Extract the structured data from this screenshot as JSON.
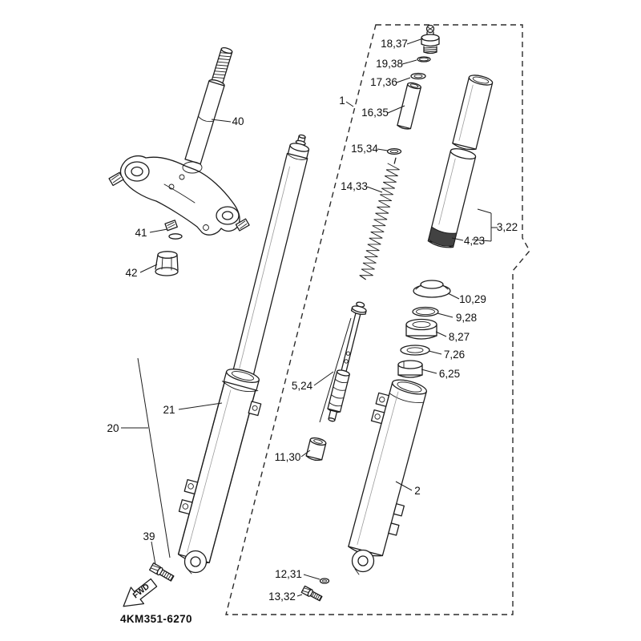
{
  "diagram": {
    "part_code": "4KM351-6270",
    "fwd": "FWD",
    "labels": {
      "part1": "1",
      "part2": "2",
      "part3_22": "3,22",
      "part4_23": "4,23",
      "part5_24": "5,24",
      "part6_25": "6,25",
      "part7_26": "7,26",
      "part8_27": "8,27",
      "part9_28": "9,28",
      "part10_29": "10,29",
      "part11_30": "11,30",
      "part12_31": "12,31",
      "part13_32": "13,32",
      "part14_33": "14,33",
      "part15_34": "15,34",
      "part16_35": "16,35",
      "part17_36": "17,36",
      "part18_37": "18,37",
      "part19_38": "19,38",
      "part20": "20",
      "part21": "21",
      "part39": "39",
      "part40": "40",
      "part41": "41",
      "part42": "42"
    }
  }
}
